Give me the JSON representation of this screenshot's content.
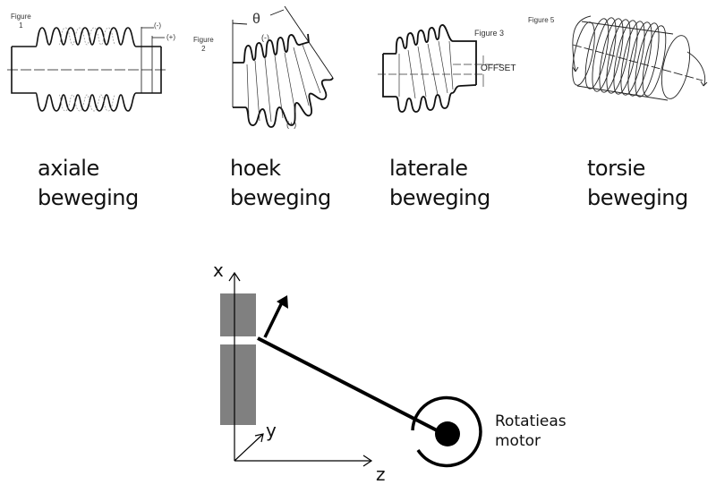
{
  "figures": [
    {
      "label": "Figure 1",
      "label_line1": "Figure",
      "label_line2": "1",
      "marks": [
        "(-)",
        "(+)"
      ],
      "caption_line1": "axiale",
      "caption_line2": "beweging"
    },
    {
      "label": "Figure 2",
      "label_line1": "Figure",
      "label_line2": "2",
      "marks": [
        "θ",
        "(-)",
        "(+)"
      ],
      "caption_line1": "hoek",
      "caption_line2": "beweging"
    },
    {
      "label": "Figure 3",
      "marks": [
        "OFFSET"
      ],
      "caption_line1": "laterale",
      "caption_line2": "beweging"
    },
    {
      "label": "Figure 5",
      "caption_line1": "torsie",
      "caption_line2": "beweging"
    }
  ],
  "diagram": {
    "axis_x": "x",
    "axis_y": "y",
    "axis_z": "z",
    "motor_line1": "Rotatieas",
    "motor_line2": "motor",
    "block_color": "#808080",
    "line_color": "#000000"
  }
}
